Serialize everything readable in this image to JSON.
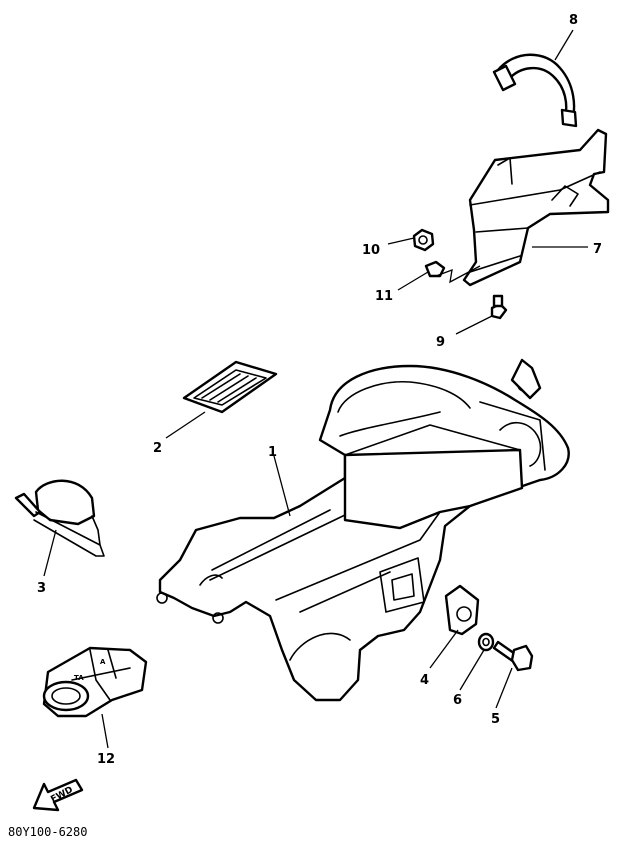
{
  "callouts": {
    "c1": "1",
    "c2": "2",
    "c3": "3",
    "c4": "4",
    "c5": "5",
    "c6": "6",
    "c7": "7",
    "c8": "8",
    "c9": "9",
    "c10": "10",
    "c11": "11",
    "c12": "12"
  },
  "fwd_label": "FWD",
  "tag_marks": {
    "left": "TA",
    "right": "A"
  },
  "drawing_number": "80Y100-6280"
}
